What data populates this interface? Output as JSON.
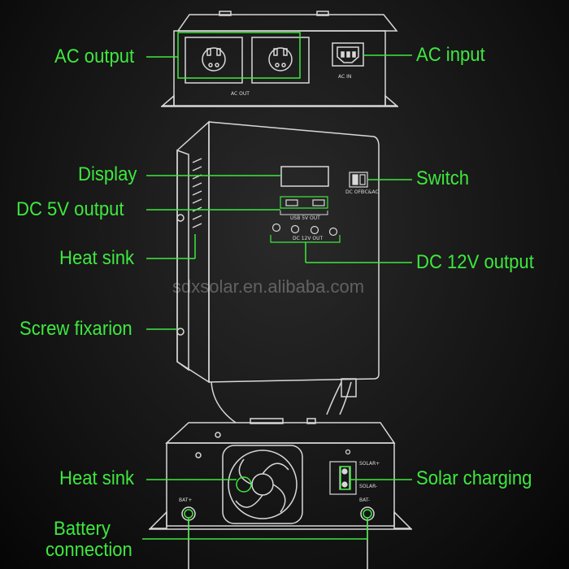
{
  "watermark": "sdxsolar.en.alibaba.com",
  "labels": {
    "ac_output": "AC output",
    "ac_input": "AC input",
    "display": "Display",
    "switch": "Switch",
    "dc5v_output": "DC 5V output",
    "heat_sink_top": "Heat sink",
    "dc12v_output": "DC 12V output",
    "screw_fixation": "Screw fixarion",
    "heat_sink_bottom": "Heat sink",
    "solar_charging": "Solar charging",
    "battery_line1": "Battery",
    "battery_line2": "connection"
  },
  "device_text": {
    "ac_out": "AC OUT",
    "ac_in": "AC IN",
    "dc_off": "DC OFF",
    "dc_ac": "DC&AC",
    "usb_5v_out": "USB 5V OUT",
    "dc_12v_out": "DC 12V OUT",
    "solar_plus": "SOLAR+",
    "solar_minus": "SOLAR-",
    "bat_plus": "BAT+",
    "bat_minus": "BAT-"
  },
  "colors": {
    "accent_green": "#3ee83e",
    "background": "#111111",
    "line_art": "#d8d8d8"
  }
}
